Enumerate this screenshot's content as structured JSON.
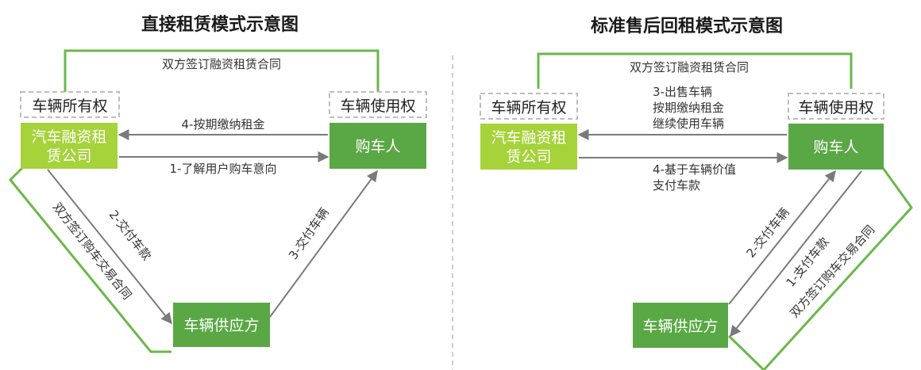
{
  "colors": {
    "dark_green": "#5aa845",
    "light_green": "#a6d23a",
    "frame_green": "#6ab84a",
    "dash_gray": "#bdbdbd",
    "arrow": "#7a7a7a"
  },
  "left": {
    "title": "直接租赁模式示意图",
    "contract_top": "双方签订融资租赁合同",
    "ownership": "车辆所有权",
    "usage": "车辆使用权",
    "lessor_line1": "汽车融资租",
    "lessor_line2": "赁公司",
    "buyer": "购车人",
    "supplier": "车辆供应方",
    "arrow_4": "4-按期缴纳租金",
    "arrow_1": "1-了解用户购车意向",
    "arrow_2": "2-交付车款",
    "arrow_3": "3-交付车辆",
    "contract_side": "双方签订购车交易合同"
  },
  "right": {
    "title": "标准售后回租模式示意图",
    "contract_top": "双方签订融资租赁合同",
    "ownership": "车辆所有权",
    "usage": "车辆使用权",
    "lessor_line1": "汽车融资租",
    "lessor_line2": "赁公司",
    "buyer": "购车人",
    "supplier": "车辆供应方",
    "arrow_3_line1": "3-出售车辆",
    "arrow_3_line2": "按期缴纳租金",
    "arrow_3_line3": "继续使用车辆",
    "arrow_4_line1": "4-基于车辆价值",
    "arrow_4_line2": "支付车款",
    "arrow_2": "2-交付车辆",
    "arrow_1": "1-支付车款",
    "contract_side": "双方签订购车交易合同"
  }
}
